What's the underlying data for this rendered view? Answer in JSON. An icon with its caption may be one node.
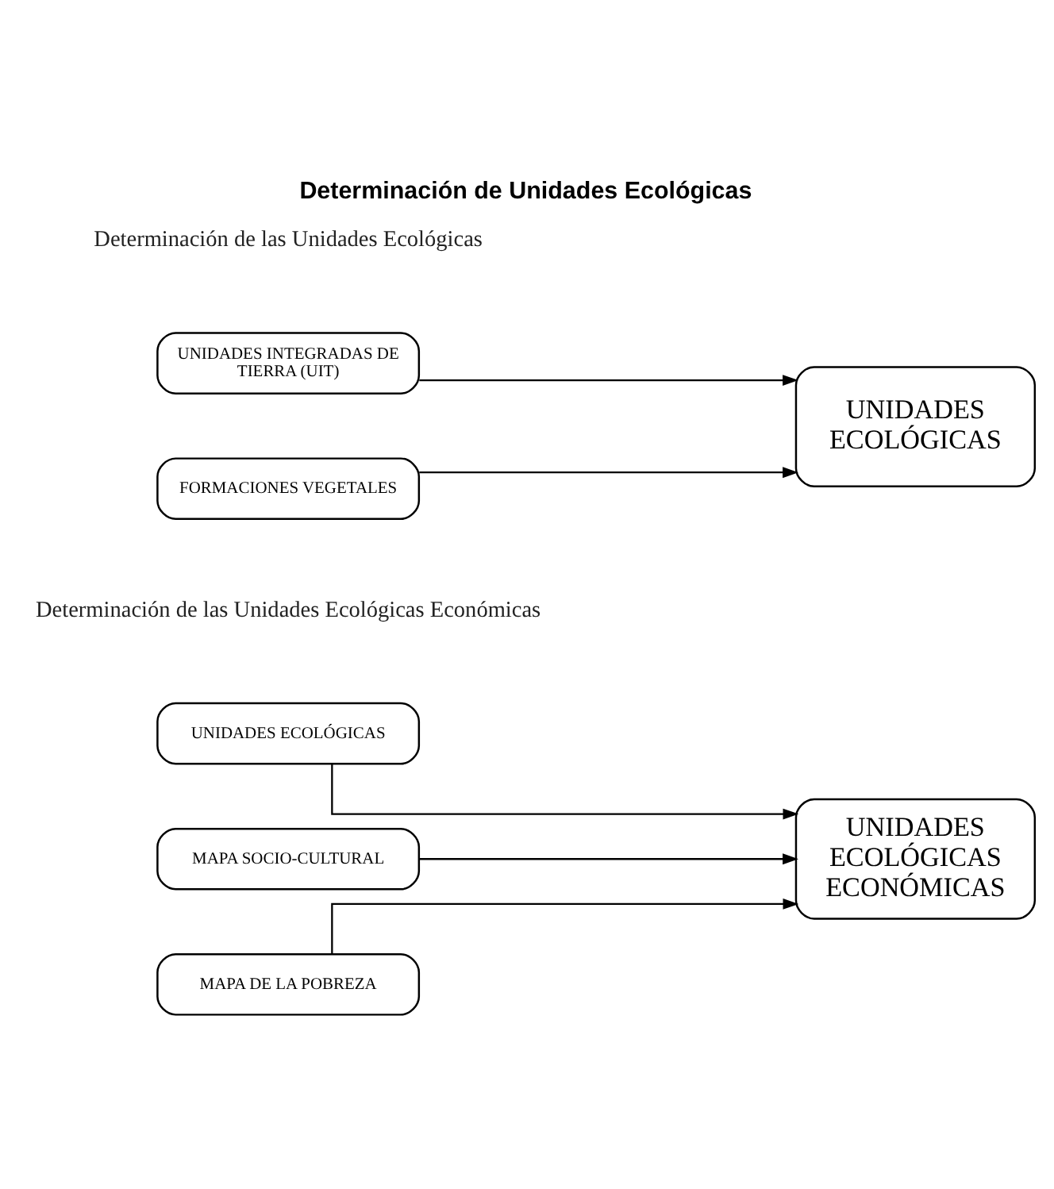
{
  "diagram": {
    "title": "Determinación de Unidades Ecológicas",
    "nodes": [
      {
        "text": [
          "UNIDADES INTEGRADAS DE TIERRA (UIT)"
        ]
      },
      {
        "text": [
          "FORMACIONES VEGETALES"
        ]
      },
      {
        "text": [
          "UNIDADES ECOLÓGICAS"
        ]
      },
      {
        "text": [
          "UNIDADES ECOLÓGICAS"
        ]
      },
      {
        "text": [
          "MAPA SOCIO-CULTURAL"
        ]
      },
      {
        "text": [
          "MAPA DE LA POBREZA"
        ]
      },
      {
        "text": [
          "UNIDADES ECOLÓGICAS ECONÓMICAS"
        ]
      }
    ],
    "edges": [
      {
        "from": 0,
        "to": 2,
        "arrow": "to"
      },
      {
        "from": 1,
        "to": 2,
        "arrow": "to"
      },
      {
        "from": 3,
        "to": 6,
        "arrow": "to"
      },
      {
        "from": 4,
        "to": 6,
        "arrow": "to"
      },
      {
        "from": 5,
        "to": 6,
        "arrow": "to"
      }
    ],
    "labels": [
      "Determinación de las Unidades Ecológicas",
      "Determinación de las Unidades Ecológicas Económicas"
    ]
  }
}
